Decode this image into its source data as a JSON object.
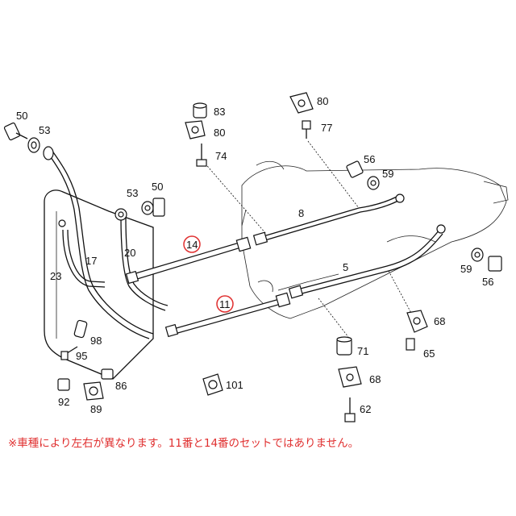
{
  "labels": {
    "p50a": "50",
    "p53a": "53",
    "p83": "83",
    "p80a": "80",
    "p74": "74",
    "p80b": "80",
    "p77": "77",
    "p56a": "56",
    "p59a": "59",
    "p53b": "53",
    "p50b": "50",
    "p8": "8",
    "p14": "14",
    "p20": "20",
    "p17": "17",
    "p23": "23",
    "p5": "5",
    "p59b": "59",
    "p56b": "56",
    "p11": "11",
    "p68a": "68",
    "p98": "98",
    "p95": "95",
    "p71": "71",
    "p65": "65",
    "p86": "86",
    "p68b": "68",
    "p101": "101",
    "p92": "92",
    "p89": "89",
    "p62": "62"
  },
  "note": "※車種により左右が異なります。11番と14番のセットではありません。",
  "colors": {
    "highlight": "#e03030",
    "ink": "#111111"
  }
}
